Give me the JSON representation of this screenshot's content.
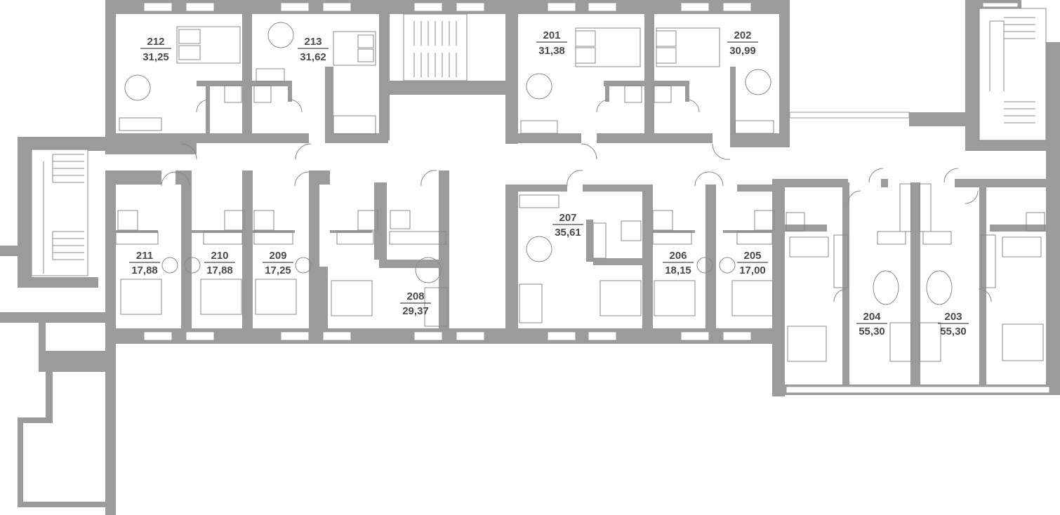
{
  "plan": {
    "colors": {
      "wall": "#9b9b9b",
      "line": "#8a8a8a",
      "text": "#4a4a4a",
      "background": "#ffffff"
    },
    "apartments": [
      {
        "id": "212",
        "number": "212",
        "area": "31,25"
      },
      {
        "id": "213",
        "number": "213",
        "area": "31,62"
      },
      {
        "id": "201",
        "number": "201",
        "area": "31,38"
      },
      {
        "id": "202",
        "number": "202",
        "area": "30,99"
      },
      {
        "id": "211",
        "number": "211",
        "area": "17,88"
      },
      {
        "id": "210",
        "number": "210",
        "area": "17,88"
      },
      {
        "id": "209",
        "number": "209",
        "area": "17,25"
      },
      {
        "id": "208",
        "number": "208",
        "area": "29,37"
      },
      {
        "id": "207",
        "number": "207",
        "area": "35,61"
      },
      {
        "id": "206",
        "number": "206",
        "area": "18,15"
      },
      {
        "id": "205",
        "number": "205",
        "area": "17,00"
      },
      {
        "id": "204",
        "number": "204",
        "area": "55,30"
      },
      {
        "id": "203",
        "number": "203",
        "area": "55,30"
      }
    ]
  }
}
